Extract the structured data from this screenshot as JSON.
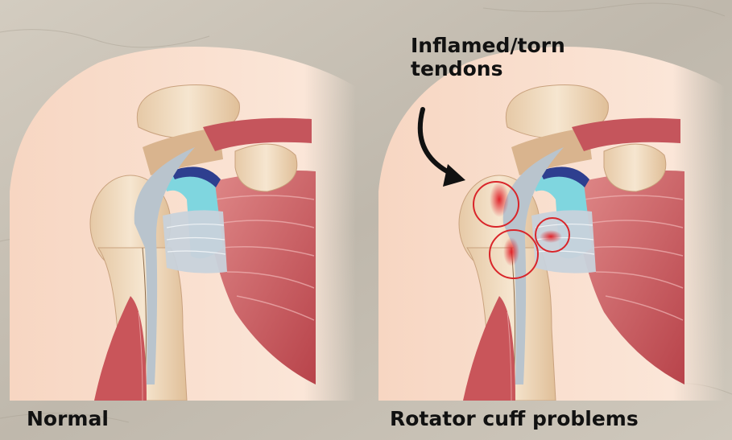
{
  "labels": {
    "normal": "Normal",
    "problem": "Rotator cuff problems",
    "callout": "Inflamed/torn tendons"
  },
  "colors": {
    "background": "#c9c2b6",
    "skin": "#f7d6c2",
    "bone": "#f1dcc0",
    "bone_shadow": "#c9a27e",
    "muscle": "#c9555a",
    "muscle_light": "#e28b8b",
    "tendon": "#c8d2db",
    "cartilage_blue": "#2e3f8f",
    "cartilage_cyan": "#7fd6df",
    "highlight": "#d9252a",
    "arrow": "#111111"
  },
  "icons": {
    "arrow": "curved-arrow-icon",
    "marker": "circle-marker"
  }
}
